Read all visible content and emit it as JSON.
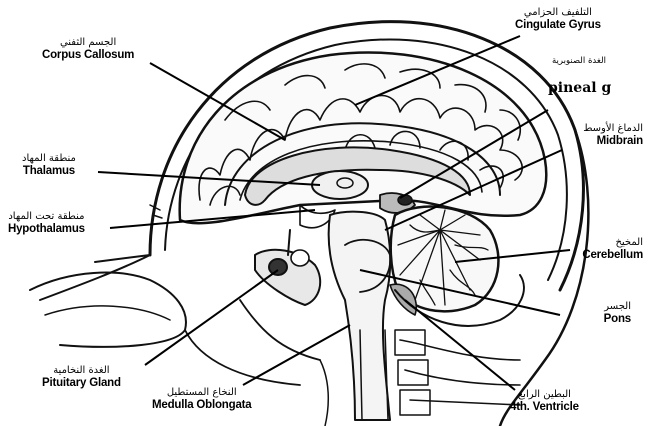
{
  "labels": {
    "corpus_callosum": {
      "ar": "الجسم الثفني",
      "en": "Corpus Callosum"
    },
    "cingulate_gyrus": {
      "ar": "التلفيف الحزامي",
      "en": "Cingulate Gyrus"
    },
    "pineal": {
      "ar": "الغدة الصنوبرية",
      "en": "pineal g"
    },
    "midbrain": {
      "ar": "الدماغ الأوسط",
      "en": "Midbrain"
    },
    "thalamus": {
      "ar": "منطقة المهاد",
      "en": "Thalamus"
    },
    "hypothalamus": {
      "ar": "منطقة تحت المهاد",
      "en": "Hypothalamus"
    },
    "cerebellum": {
      "ar": "المخيخ",
      "en": "Cerebellum"
    },
    "pons": {
      "ar": "الجسر",
      "en": "Pons"
    },
    "pituitary_gland": {
      "ar": "الغدة النخامية",
      "en": "Pituitary Gland"
    },
    "medulla_oblongata": {
      "ar": "النخاع المستطيل",
      "en": "Medulla Oblongata"
    },
    "fourth_ventricle": {
      "ar": "البطين الرابع",
      "en": "4th. Ventricle"
    }
  }
}
